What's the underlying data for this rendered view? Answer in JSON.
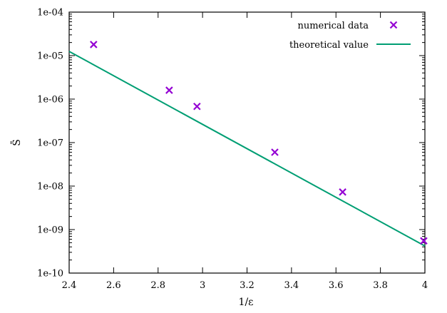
{
  "chart_data": {
    "type": "scatter",
    "title": "",
    "xlabel": "1/ε",
    "ylabel": "S̄",
    "xlim": [
      2.4,
      4.0
    ],
    "ylim": [
      1e-10,
      0.0001
    ],
    "yscale": "log",
    "grid": false,
    "legend_position": "top-right",
    "x_ticks": [
      "2.4",
      "2.6",
      "2.8",
      "3",
      "3.2",
      "3.4",
      "3.6",
      "3.8",
      "4"
    ],
    "x_tick_values": [
      2.4,
      2.6,
      2.8,
      3.0,
      3.2,
      3.4,
      3.6,
      3.8,
      4.0
    ],
    "y_ticks": [
      "1e-10",
      "1e-09",
      "1e-08",
      "1e-07",
      "1e-06",
      "1e-05",
      "1e-04"
    ],
    "y_tick_values": [
      1e-10,
      1e-09,
      1e-08,
      1e-07,
      1e-06,
      1e-05,
      0.0001
    ],
    "series": [
      {
        "name": "numerical data",
        "kind": "scatter",
        "marker": "x",
        "color": "#9400d3",
        "x": [
          2.51,
          2.85,
          2.975,
          3.325,
          3.63,
          3.995
        ],
        "y": [
          1.8e-05,
          1.6e-06,
          6.8e-07,
          6e-08,
          7.3e-09,
          5.5e-10
        ]
      },
      {
        "name": "theoretical value",
        "kind": "line",
        "color": "#009e73",
        "x": [
          2.4,
          4.0
        ],
        "y": [
          1.25e-05,
          4.2e-10
        ]
      }
    ]
  }
}
